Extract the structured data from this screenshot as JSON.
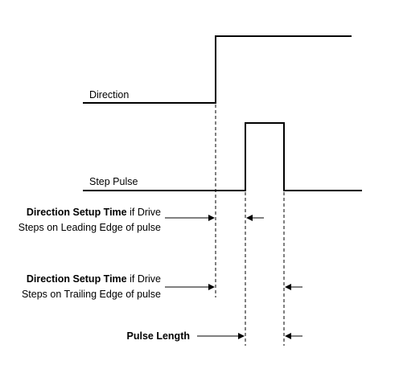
{
  "signals": {
    "direction_label": "Direction",
    "step_pulse_label": "Step Pulse"
  },
  "annotations": {
    "leading": {
      "bold": "Direction Setup Time",
      "rest": " if Drive",
      "line2": "Steps on Leading Edge of pulse"
    },
    "trailing": {
      "bold": "Direction Setup Time",
      "rest": " if Drive",
      "line2": "Steps on Trailing Edge of pulse"
    },
    "pulse_length": "Pulse Length"
  },
  "colors": {
    "line": "#000000",
    "background": "#ffffff"
  }
}
